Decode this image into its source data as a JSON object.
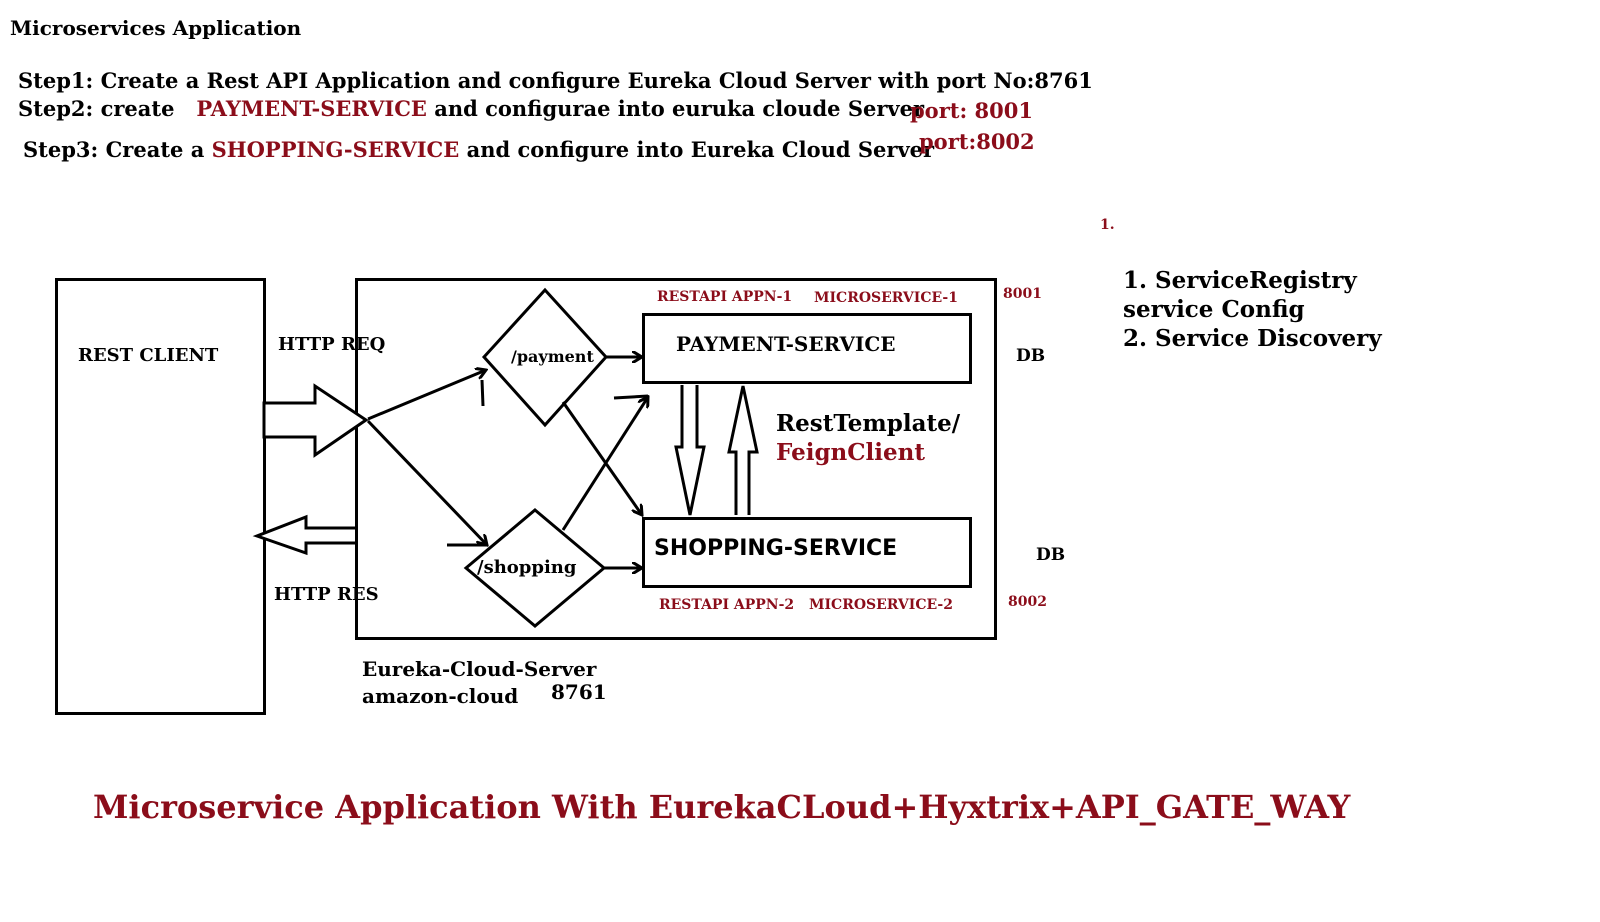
{
  "colors": {
    "accent": "#8b0d1a",
    "ink": "#000000",
    "background": "#ffffff"
  },
  "header": {
    "title": "Microservices Application",
    "step1": "Step1: Create a Rest API Application and configure Eureka Cloud Server with port No:8761",
    "step2_prefix": "Step2: create",
    "step2_service": "PAYMENT-SERVICE",
    "step2_suffix": "and configurae into euruka cloude Server",
    "step2_port": "port: 8001",
    "step3_prefix": "Step3: Create a",
    "step3_service": "SHOPPING-SERVICE",
    "step3_suffix": "and configure into Eureka Cloud Server",
    "step3_port": "port:8002"
  },
  "diagram": {
    "rest_client": "REST CLIENT",
    "http_req": "HTTP REQ",
    "http_res": "HTTP RES",
    "payment_route": "/payment",
    "shopping_route": "/shopping",
    "payment_service": "PAYMENT-SERVICE",
    "shopping_service": "SHOPPING-SERVICE",
    "payment_app": "RESTAPI APPN-1",
    "payment_ms": "MICROSERVICE-1",
    "payment_port": "8001",
    "shopping_app": "RESTAPI APPN-2",
    "shopping_ms": "MICROSERVICE-2",
    "shopping_port": "8002",
    "payment_db": "DB",
    "shopping_db": "DB",
    "rest_template": "RestTemplate/",
    "feign_client": "FeignClient",
    "eureka_server": "Eureka-Cloud-Server",
    "eureka_cloud": "amazon-cloud",
    "eureka_port": "8761"
  },
  "notes": {
    "marker": "1.",
    "line1": "1. ServiceRegistry",
    "line2": "service Config",
    "line3": "2. Service Discovery"
  },
  "footer": {
    "caption": "Microservice Application With EurekaCLoud+Hyxtrix+API_GATE_WAY"
  }
}
